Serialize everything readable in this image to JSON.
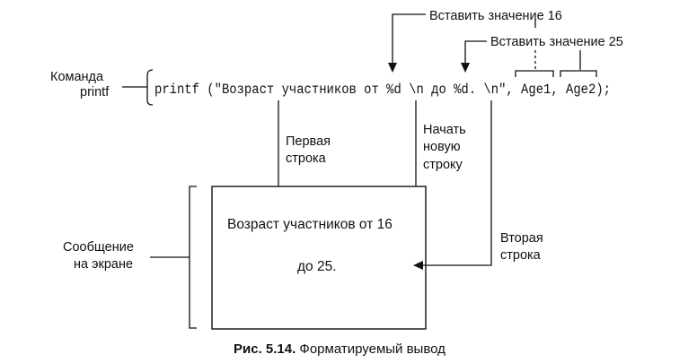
{
  "labels": {
    "insert_value_16": "Вставить значение 16",
    "insert_value_25": "Вставить значение 25",
    "command_line1": "Команда",
    "command_line2": "printf",
    "first_line_1": "Первая",
    "first_line_2": "строка",
    "new_line_1": "Начать",
    "new_line_2": "новую",
    "new_line_3": "строку",
    "second_line_1": "Вторая",
    "second_line_2": "строка",
    "message_1": "Сообщение",
    "message_2": "на экране"
  },
  "code": {
    "statement": "printf (\"Возраст участников от %d \\n до %d. \\n\", Age1, Age2);"
  },
  "screen": {
    "line1": "Возраст участников от 16",
    "line2": "до 25."
  },
  "caption": {
    "prefix": "Рис. 5.14.",
    "text": " Форматируемый вывод"
  }
}
